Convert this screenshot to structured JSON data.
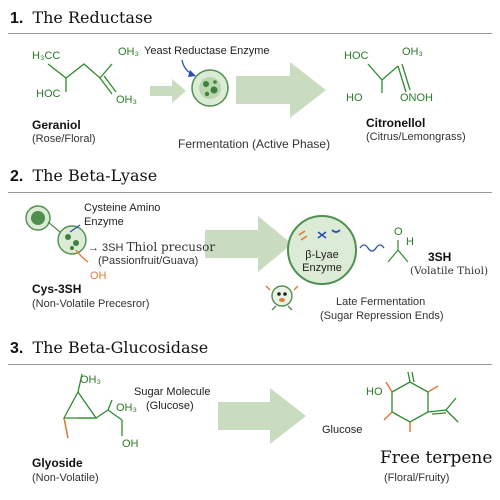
{
  "sections": [
    {
      "number": "1.",
      "title": "The Reductase",
      "substrate": {
        "name": "Geraniol",
        "desc": "(Rose/Floral)",
        "atoms": [
          "H₃CC",
          "OH₃",
          "HOC",
          "OH₃"
        ]
      },
      "enzyme_label": "Yeast Reductase Enzyme",
      "process": "Fermentation (Active Phase)",
      "product": {
        "name": "Citronellol",
        "desc": "(Citrus/Lemongrass)",
        "atoms": [
          "HOC",
          "OH₃",
          "HO",
          "ONOH"
        ]
      }
    },
    {
      "number": "2.",
      "title": "The Beta-Lyase",
      "enzyme_label_line1": "Cysteine Amino",
      "enzyme_label_line2": "Enzyme",
      "precursor_prefix": "→ 3SH",
      "precursor_title": "Thiol precusor",
      "precursor_desc": "(Passionfruit/Guava)",
      "oh": "OH",
      "substrate": {
        "name": "Cys-3SH",
        "desc": "(Non-Volatile Precesror)"
      },
      "lyase_line1": "β-Lyae",
      "lyase_line2": "Enzyme",
      "process_line1": "Late Fermentation",
      "process_line2": "(Sugar Repression Ends)",
      "product": {
        "name": "3SH",
        "desc": "(Volatile Thiol)",
        "atoms": [
          "O",
          "H"
        ]
      }
    },
    {
      "number": "3.",
      "title": "The Beta-Glucosidase",
      "substrate": {
        "name": "Glyoside",
        "desc": "(Non-Volatile)",
        "atoms": [
          "OH₃",
          "OH₃",
          "OH"
        ]
      },
      "sugar_line1": "Sugar Molecule",
      "sugar_line2": "(Glucose)",
      "glucose_label": "Glucose",
      "product": {
        "name": "Free terpene",
        "desc": "(Floral/Fruity)",
        "atoms": [
          "HO"
        ]
      }
    }
  ],
  "colors": {
    "arrow": "#c9dcbf",
    "bond": "#2e8b2e",
    "accent_orange": "#e07a3a",
    "cell": "#4f8f4f",
    "rule": "#9a9a9a"
  }
}
